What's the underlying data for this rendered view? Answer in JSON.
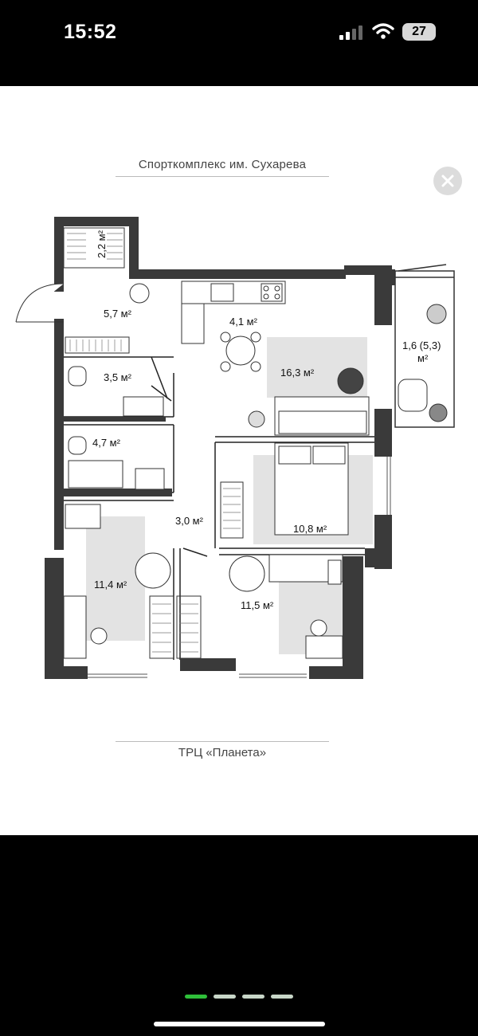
{
  "status_bar": {
    "time": "15:52",
    "battery_level": "27",
    "icons": [
      "signal-icon",
      "wifi-icon",
      "battery-icon"
    ]
  },
  "viewer": {
    "close_icon": "close-icon",
    "street_top": "Спорткомплекс им. Сухарева",
    "street_bottom": "ТРЦ «Планета»"
  },
  "rooms": {
    "storage": "2,2 м²",
    "hall": "5,7 м²",
    "kitchen": "4,1 м²",
    "living": "16,3 м²",
    "balcony_line1": "1,6 (5,3)",
    "balcony_line2": "м²",
    "wc": "3,5 м²",
    "bath": "4,7 м²",
    "corridor": "3,0 м²",
    "bedroom": "10,8 м²",
    "room_left": "11,4 м²",
    "room_right": "11,5 м²"
  },
  "pager": {
    "total": 4,
    "active": 1,
    "active_color": "#2fbf3a",
    "inactive_color": "#c8d6c8"
  }
}
